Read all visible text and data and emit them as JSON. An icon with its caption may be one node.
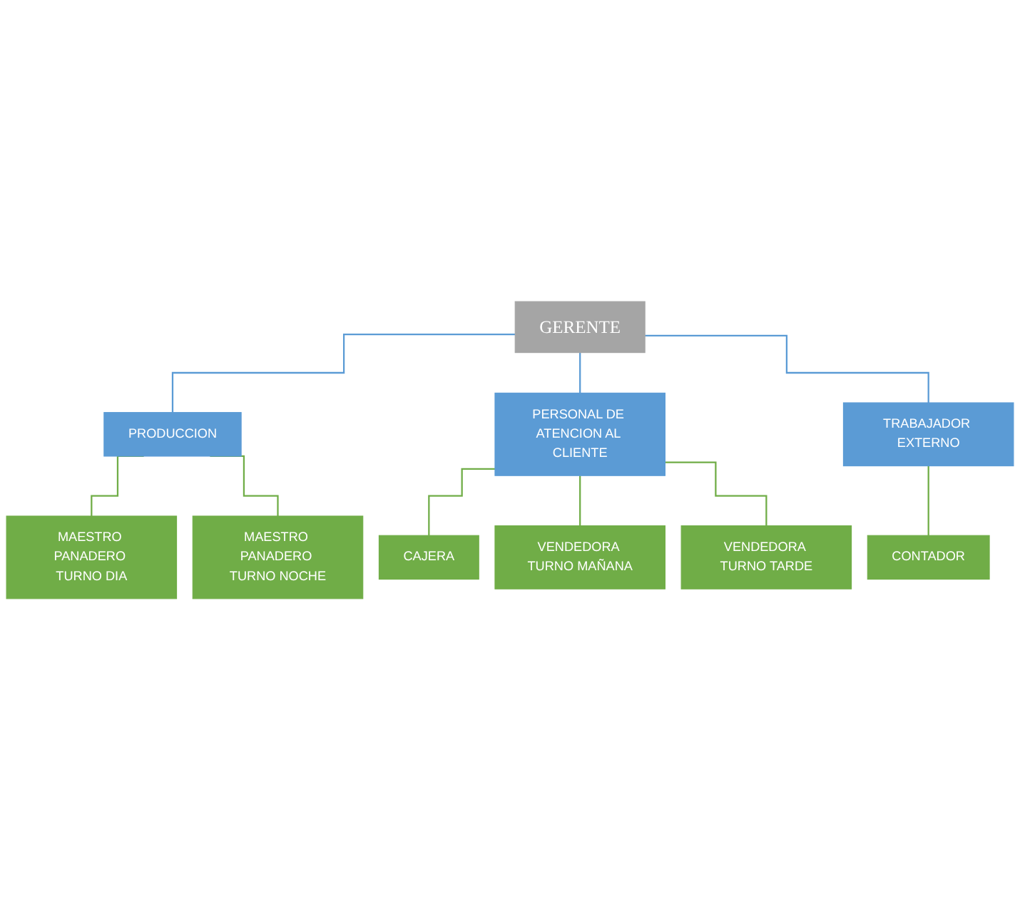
{
  "diagram": {
    "nodes": [
      {
        "text": [
          "GERENTE"
        ]
      },
      {
        "text": [
          "PRODUCCION"
        ]
      },
      {
        "text": [
          "PERSONAL DE ATENCION AL CLIENTE"
        ]
      },
      {
        "text": [
          "TRABAJADOR EXTERNO"
        ]
      },
      {
        "text": [
          "MAESTRO PANADERO TURNO DIA"
        ]
      },
      {
        "text": [
          "MAESTRO PANADERO TURNO NOCHE"
        ]
      },
      {
        "text": [
          "CAJERA"
        ]
      },
      {
        "text": [
          "VENDEDORA TURNO MAÑANA"
        ]
      },
      {
        "text": [
          "VENDEDORA TURNO TARDE"
        ]
      },
      {
        "text": [
          "CONTADOR"
        ]
      }
    ],
    "edges": [
      {
        "from": 0,
        "to": 1,
        "arrow": "none",
        "color": "#5b9bd5"
      },
      {
        "from": 0,
        "to": 2,
        "arrow": "none",
        "color": "#5b9bd5"
      },
      {
        "from": 0,
        "to": 3,
        "arrow": "none",
        "color": "#5b9bd5"
      },
      {
        "from": 1,
        "to": 4,
        "arrow": "none"
      },
      {
        "from": 1,
        "to": 5,
        "arrow": "none"
      },
      {
        "from": 2,
        "to": 6,
        "arrow": "none"
      },
      {
        "from": 2,
        "to": 7,
        "arrow": "none"
      },
      {
        "from": 2,
        "to": 8,
        "arrow": "none"
      },
      {
        "from": 3,
        "to": 9,
        "arrow": "none"
      }
    ]
  }
}
